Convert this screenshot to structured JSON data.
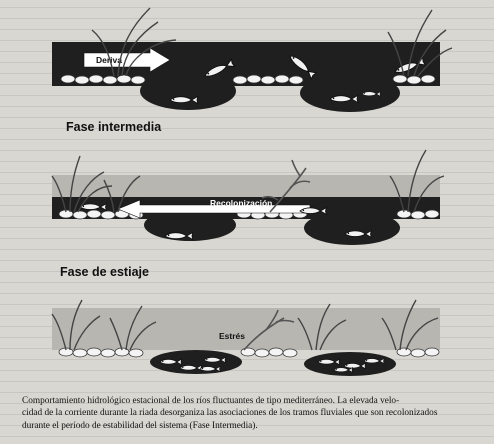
{
  "headings": {
    "phase_intermediate": "Fase intermedia",
    "phase_low_water": "Fase de estiaje"
  },
  "labels": {
    "drift": "Deriva",
    "recolonization": "Recolonización",
    "stress": "Estrés"
  },
  "caption": {
    "line1": "Comportamiento hidrológico estacional de los ríos fluctuantes de tipo mediterráneo. La elevada velo-",
    "line2": "cidad de la corriente durante la riada desorganiza las asociaciones de los tramos fluviales que son recolonizados",
    "line3": "durante el período de estabilidad del sistema (Fase Intermedia)."
  },
  "colors": {
    "water_dark": "#1f1f1f",
    "water_light": "#b7b6b1",
    "page": "#d9d7d1"
  }
}
